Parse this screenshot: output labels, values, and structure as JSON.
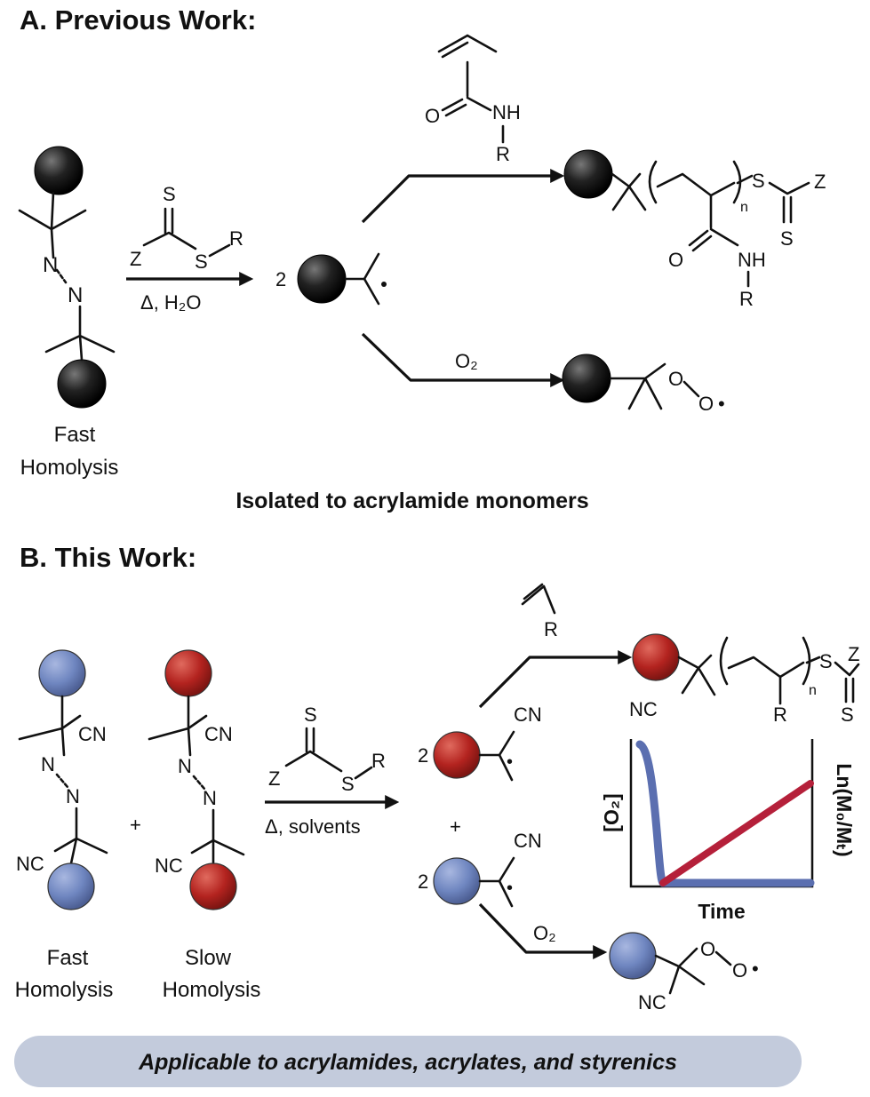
{
  "section_a": {
    "heading": "A. Previous Work:",
    "initiator_label_line1": "Fast",
    "initiator_label_line2": "Homolysis",
    "conditions": "Δ, H₂O",
    "oxygen": "O₂",
    "footer": "Isolated to acrylamide monomers"
  },
  "section_b": {
    "heading": "B. This Work:",
    "fast_label_line1": "Fast",
    "fast_label_line2": "Homolysis",
    "slow_label_line1": "Slow",
    "slow_label_line2": "Homolysis",
    "conditions": "Δ, solvents",
    "oxygen": "O₂",
    "graph": {
      "xlabel": "Time",
      "left_ylabel": "[O₂]",
      "right_ylabel": "Ln(M₀/Mₜ)"
    },
    "banner": "Applicable to acrylamides, acrylates, and styrenics"
  },
  "chem": {
    "S": "S",
    "Z": "Z",
    "R": "R",
    "N": "N",
    "O": "O",
    "NH": "NH",
    "CN": "CN",
    "NC": "NC",
    "n": "n",
    "two": "2",
    "plus": "+",
    "dot": "•"
  },
  "colors": {
    "black_sphere": "#111111",
    "red_sphere": "#b3231f",
    "blue_sphere": "#6f86c0",
    "o2_curve": "#5b6fb0",
    "polymer_line": "#b5203a",
    "banner": "#c3cbdc"
  }
}
